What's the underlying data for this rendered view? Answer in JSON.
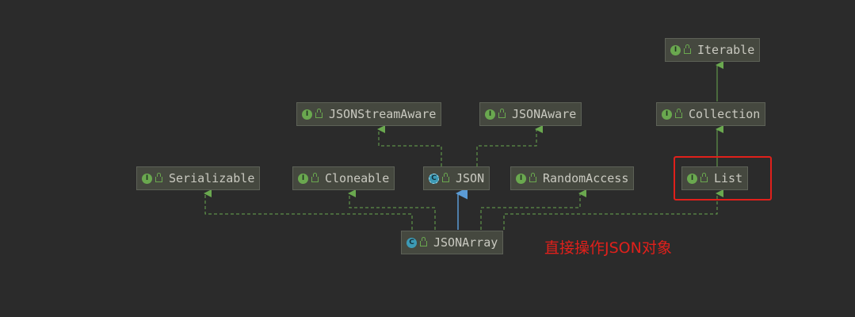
{
  "nodes": {
    "iterable": {
      "label": "Iterable",
      "kind": "I"
    },
    "collection": {
      "label": "Collection",
      "kind": "I"
    },
    "json_stream_aware": {
      "label": "JSONStreamAware",
      "kind": "I"
    },
    "json_aware": {
      "label": "JSONAware",
      "kind": "I"
    },
    "serializable": {
      "label": "Serializable",
      "kind": "I"
    },
    "cloneable": {
      "label": "Cloneable",
      "kind": "I"
    },
    "json": {
      "label": "JSON",
      "kind": "C"
    },
    "random_access": {
      "label": "RandomAccess",
      "kind": "I"
    },
    "list": {
      "label": "List",
      "kind": "I"
    },
    "json_array": {
      "label": "JSONArray",
      "kind": "C"
    }
  },
  "annotation": "直接操作JSON对象",
  "colors": {
    "background": "#2b2b2b",
    "node_fill": "#45483f",
    "extends_line": "#6aa84f",
    "implements_line": "#6aa84f",
    "class_extends_line": "#5b9bd5",
    "highlight": "#e0201b"
  }
}
